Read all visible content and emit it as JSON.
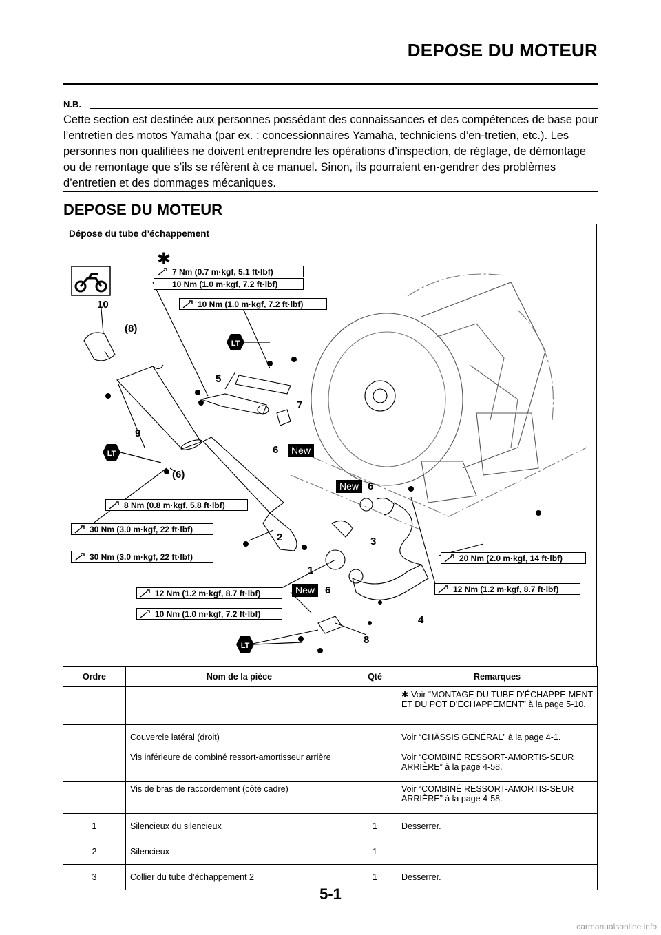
{
  "header": {
    "title": "DEPOSE DU MOTEUR"
  },
  "note": {
    "label": "N.B.",
    "text": "Cette section est destinée aux personnes possédant des connaissances et des compétences de base pour l’entretien des motos Yamaha (par ex. : concessionnaires Yamaha, techniciens d’en-tretien, etc.). Les personnes non qualifiées ne doivent entreprendre les opérations d’inspection, de réglage, de démontage ou de remontage que s’ils se réfèrent à ce manuel. Sinon, ils pourraient en-gendrer des problèmes d’entretien et des dommages mécaniques."
  },
  "section": {
    "title": "DEPOSE DU MOTEUR"
  },
  "figure": {
    "title": "Dépose du tube d’échappement",
    "torques": {
      "t1": "7 Nm (0.7 m·kgf, 5.1 ft·lbf)",
      "t2": "10 Nm (1.0 m·kgf, 7.2 ft·lbf)",
      "t3": "10 Nm (1.0 m·kgf, 7.2 ft·lbf)",
      "t4": "8 Nm (0.8 m·kgf, 5.8 ft·lbf)",
      "t5": "30 Nm (3.0 m·kgf, 22 ft·lbf)",
      "t6": "30 Nm (3.0 m·kgf, 22 ft·lbf)",
      "t7": "20 Nm (2.0 m·kgf, 14 ft·lbf)",
      "t8": "12 Nm (1.2 m·kgf, 8.7 ft·lbf)",
      "t9": "12 Nm (1.2 m·kgf, 8.7 ft·lbf)",
      "t10": "10 Nm (1.0 m·kgf, 7.2 ft·lbf)"
    },
    "callouts": {
      "c10": "10",
      "c8p": "(8)",
      "c5": "5",
      "c7": "7",
      "c9": "9",
      "c6a": "6",
      "c6p": "(6)",
      "c6b": "6",
      "c3": "3",
      "c2": "2",
      "c1": "1",
      "c6c": "6",
      "c4": "4",
      "c8": "8"
    },
    "new_label": "New",
    "lt_label": "LT"
  },
  "table": {
    "headers": [
      "Ordre",
      "Nom de la pièce",
      "Qté",
      "Remarques"
    ],
    "rows": [
      {
        "order": "",
        "name": "",
        "qty": "",
        "remark": "Voir “MONTAGE DU TUBE D’ÉCHAPPE-MENT ET DU POT D’ÉCHAPPEMENT” à la page 5-10.",
        "star": "✱"
      },
      {
        "order": "",
        "name": "Couvercle latéral (droit)",
        "qty": "",
        "remark": "Voir “CHÂSSIS GÉNÉRAL” à la page 4-1."
      },
      {
        "order": "",
        "name": "Vis inférieure de combiné ressort-amortisseur arrière",
        "qty": "",
        "remark": "Voir “COMBINÉ RESSORT-AMORTIS-SEUR ARRIÈRE” à la page 4-58."
      },
      {
        "order": "",
        "name": "Vis de bras de raccordement (côté cadre)",
        "qty": "",
        "remark": "Voir “COMBINÉ RESSORT-AMORTIS-SEUR ARRIÈRE” à la page 4-58."
      },
      {
        "order": "1",
        "name": "Silencieux du silencieux",
        "qty": "1",
        "remark": "Desserrer."
      },
      {
        "order": "2",
        "name": "Silencieux",
        "qty": "1",
        "remark": ""
      },
      {
        "order": "3",
        "name": "Collier du tube d’échappement 2",
        "qty": "1",
        "remark": "Desserrer."
      }
    ]
  },
  "footer": {
    "page_number": "5-1",
    "watermark": "carmanualsonline.info"
  },
  "icons": [
    "torque-wrench-icon",
    "lt-threadlock-icon",
    "motorcycle-icon",
    "star-asterisk-icon",
    "new-badge"
  ]
}
